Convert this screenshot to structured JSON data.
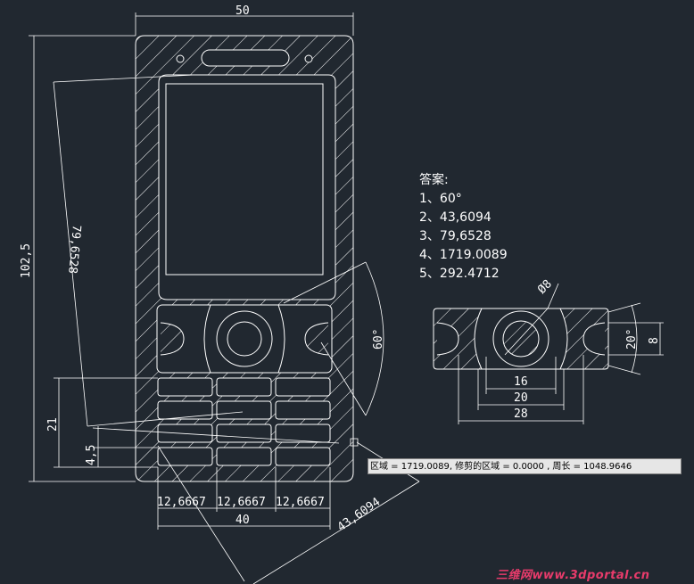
{
  "answer": {
    "title": "答案:",
    "items": [
      "1、60°",
      "2、43,6094",
      "3、79,6528",
      "4、1719.0089",
      "5、292.4712"
    ]
  },
  "tooltip": "区域 = 1719.0089, 修剪的区域 = 0.0000 , 周长 = 1048.9646",
  "watermark": "三维网www.3dportal.cn",
  "dimensions": {
    "width_top": "50",
    "height_total": "102,5",
    "diagonal": "79,6528",
    "angle": "60°",
    "keypad_height": "21",
    "key_gap": "4,5",
    "key_w1": "12,6667",
    "key_w2": "12,6667",
    "key_w3": "12,6667",
    "keypad_width": "40",
    "diag_bottom": "43,6094",
    "diameter": "Ø8",
    "d16": "16",
    "d20": "20",
    "d28": "28",
    "right_angle": "20°",
    "right_8": "8"
  },
  "colors": {
    "background": "#212830",
    "lines": "#ffffff",
    "tooltip": "#e6e6e6",
    "watermark": "#e83b6b"
  }
}
